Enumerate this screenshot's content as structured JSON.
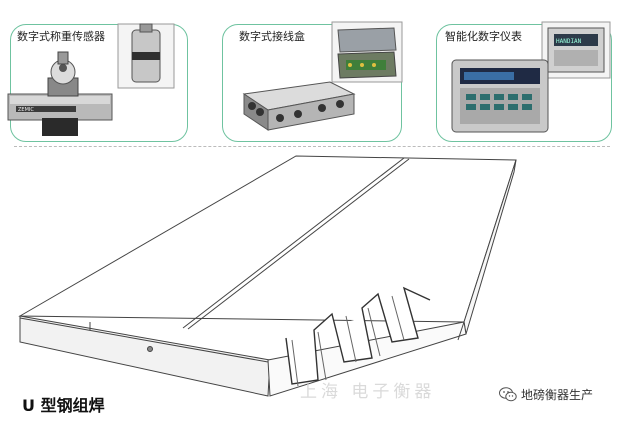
{
  "panels": [
    {
      "title": "数字式称重传感器",
      "icon": "load-cell-sensor"
    },
    {
      "title": "数字式接线盒",
      "icon": "junction-box"
    },
    {
      "title": "智能化数字仪表",
      "icon": "digital-indicator"
    }
  ],
  "products": {
    "sensor_label": "ZEMIC",
    "indicator_label": "HANDIAN"
  },
  "illustration": {
    "caption": "U 型钢组焊",
    "watermark": "上海 电子衡器"
  },
  "wechat": {
    "label": "地磅衡器生产",
    "icon": "wechat-icon"
  },
  "colors": {
    "panel_border": "#6fc3a0",
    "line": "#444444",
    "accent_blue": "#3a6ea5"
  }
}
